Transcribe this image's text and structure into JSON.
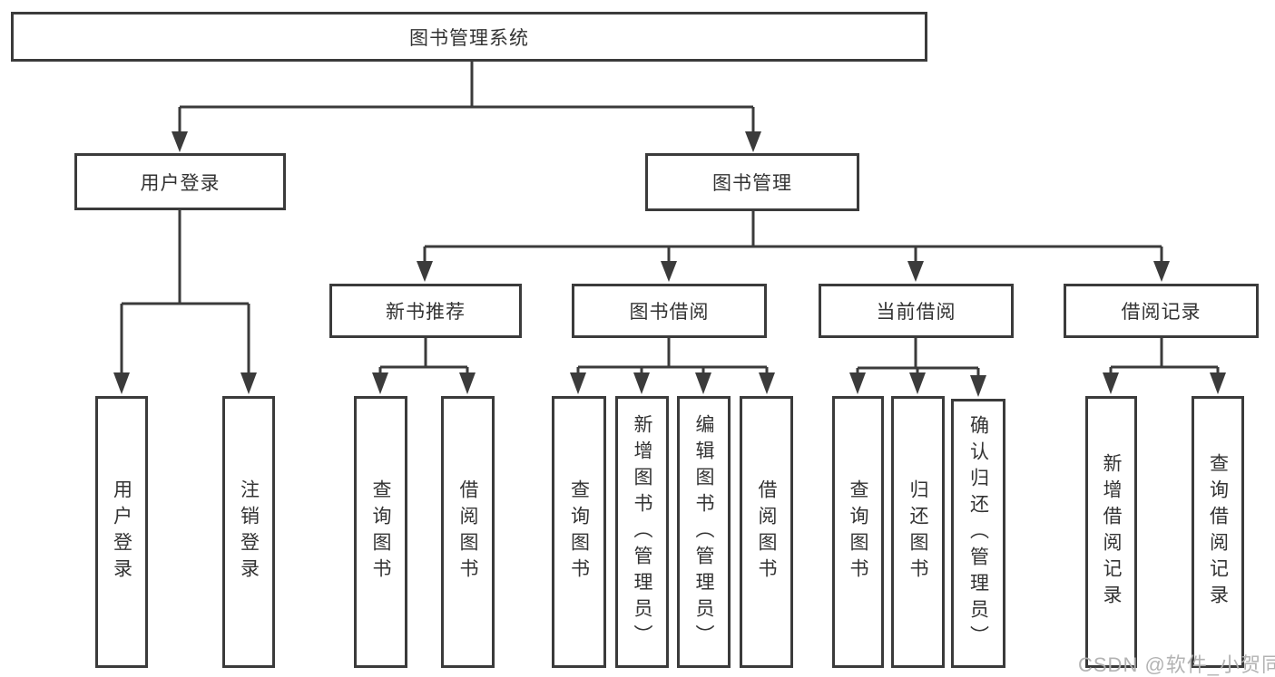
{
  "diagram": {
    "root": {
      "label": "图书管理系统"
    },
    "branches": [
      {
        "label": "用户登录",
        "children": [
          {
            "label": "用户登录"
          },
          {
            "label": "注销登录"
          }
        ]
      },
      {
        "label": "图书管理",
        "children": [
          {
            "label": "新书推荐",
            "children": [
              {
                "label": "查询图书"
              },
              {
                "label": "借阅图书"
              }
            ]
          },
          {
            "label": "图书借阅",
            "children": [
              {
                "label": "查询图书"
              },
              {
                "label": "新增图书（管理员）"
              },
              {
                "label": "编辑图书（管理员）"
              },
              {
                "label": "借阅图书"
              }
            ]
          },
          {
            "label": "当前借阅",
            "children": [
              {
                "label": "查询图书"
              },
              {
                "label": "归还图书"
              },
              {
                "label": "确认归还（管理员）"
              }
            ]
          },
          {
            "label": "借阅记录",
            "children": [
              {
                "label": "新增借阅记录"
              },
              {
                "label": "查询借阅记录"
              }
            ]
          }
        ]
      }
    ]
  },
  "watermark": {
    "text": "CSDN @软件_小贺同学"
  },
  "colors": {
    "line": "#3b3b3b",
    "text": "#333333",
    "background": "#ffffff",
    "watermark": "#afafaf"
  }
}
